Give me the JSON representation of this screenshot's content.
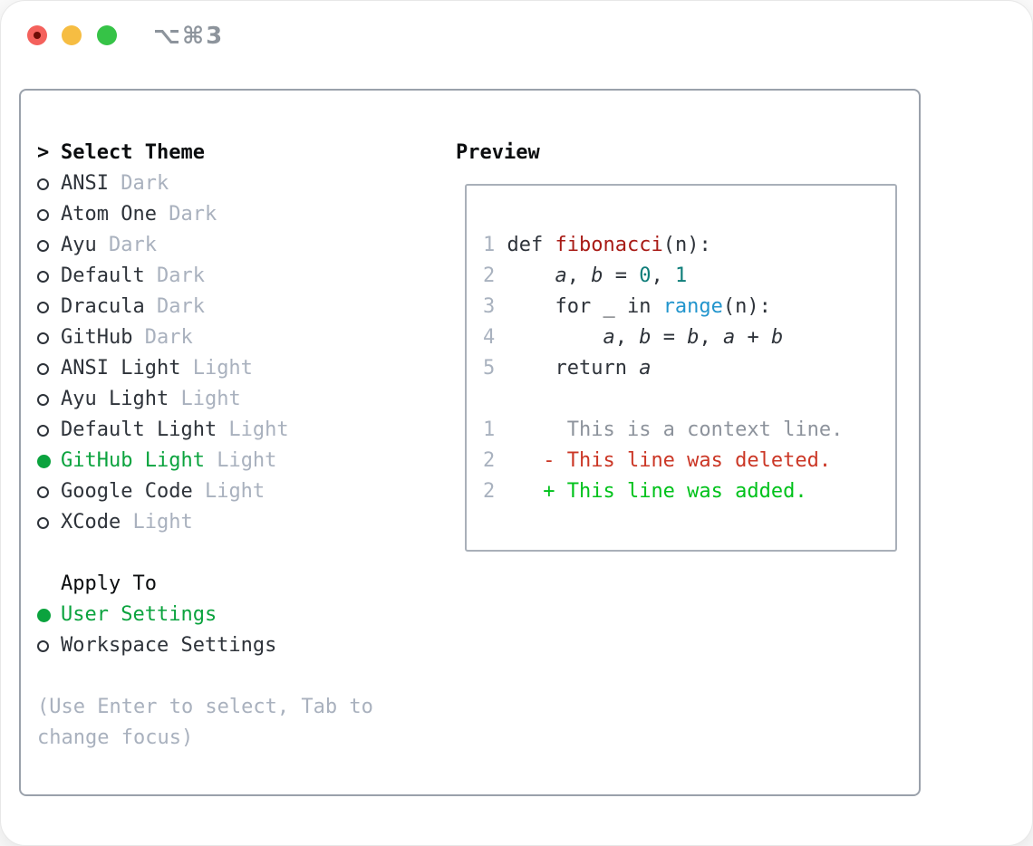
{
  "window": {
    "title": "⌥⌘3"
  },
  "colors": {
    "traffic_red": "#f4615c",
    "traffic_red_dot": "#6e0d06",
    "traffic_yellow": "#f6bd42",
    "traffic_green": "#36c347",
    "panel_border": "#9aa1ab",
    "preview_border": "#a9b0b9",
    "header_black": "#0b0d0f",
    "item_dark": "#2e333a",
    "muted_gray": "#a9b1be",
    "muted_gray_dark": "#8d949c",
    "accent_green": "#0ba33e",
    "added_green": "#00c21b",
    "deleted_red": "#cb3726",
    "func_red": "#a81b16",
    "builtin_blue": "#2295cd",
    "number_teal": "#0e7d79",
    "code_plain": "#2e333a",
    "line_number_gray": "#a9b2bf",
    "context_gray": "#8d939c"
  },
  "theme_picker": {
    "header_marker": ">",
    "header": "Select Theme",
    "items": [
      {
        "label": "ANSI",
        "variant": "Dark",
        "selected": false
      },
      {
        "label": "Atom One",
        "variant": "Dark",
        "selected": false
      },
      {
        "label": "Ayu",
        "variant": "Dark",
        "selected": false
      },
      {
        "label": "Default",
        "variant": "Dark",
        "selected": false
      },
      {
        "label": "Dracula",
        "variant": "Dark",
        "selected": false
      },
      {
        "label": "GitHub",
        "variant": "Dark",
        "selected": false
      },
      {
        "label": "ANSI Light",
        "variant": "Light",
        "selected": false
      },
      {
        "label": "Ayu Light",
        "variant": "Light",
        "selected": false
      },
      {
        "label": "Default Light",
        "variant": "Light",
        "selected": false
      },
      {
        "label": "GitHub Light",
        "variant": "Light",
        "selected": true
      },
      {
        "label": "Google Code",
        "variant": "Light",
        "selected": false
      },
      {
        "label": "XCode",
        "variant": "Light",
        "selected": false
      }
    ],
    "apply_to": {
      "header": "Apply To",
      "options": [
        {
          "label": "User Settings",
          "selected": true
        },
        {
          "label": "Workspace Settings",
          "selected": false
        }
      ]
    },
    "footer_hint": "(Use Enter to select, Tab to change focus)"
  },
  "preview": {
    "header": "Preview",
    "code_lines": [
      {
        "num": "1",
        "segments": [
          {
            "text": "def ",
            "style": "plain"
          },
          {
            "text": "fibonacci",
            "style": "function"
          },
          {
            "text": "(n):",
            "style": "plain"
          }
        ]
      },
      {
        "num": "2",
        "segments": [
          {
            "text": "    ",
            "style": "plain"
          },
          {
            "text": "a",
            "style": "variable"
          },
          {
            "text": ", ",
            "style": "plain"
          },
          {
            "text": "b",
            "style": "variable"
          },
          {
            "text": " = ",
            "style": "plain"
          },
          {
            "text": "0",
            "style": "number"
          },
          {
            "text": ", ",
            "style": "plain"
          },
          {
            "text": "1",
            "style": "number"
          }
        ]
      },
      {
        "num": "3",
        "segments": [
          {
            "text": "    for _ in ",
            "style": "plain"
          },
          {
            "text": "range",
            "style": "builtin"
          },
          {
            "text": "(n):",
            "style": "plain"
          }
        ]
      },
      {
        "num": "4",
        "segments": [
          {
            "text": "        ",
            "style": "plain"
          },
          {
            "text": "a",
            "style": "variable"
          },
          {
            "text": ", ",
            "style": "plain"
          },
          {
            "text": "b",
            "style": "variable"
          },
          {
            "text": " = ",
            "style": "plain"
          },
          {
            "text": "b",
            "style": "variable"
          },
          {
            "text": ", ",
            "style": "plain"
          },
          {
            "text": "a",
            "style": "variable"
          },
          {
            "text": " + ",
            "style": "plain"
          },
          {
            "text": "b",
            "style": "variable"
          }
        ]
      },
      {
        "num": "5",
        "segments": [
          {
            "text": "    return ",
            "style": "plain"
          },
          {
            "text": "a",
            "style": "variable"
          }
        ]
      }
    ],
    "diff_lines": [
      {
        "num": "1",
        "marker": " ",
        "text": "This is a context line.",
        "type": "context"
      },
      {
        "num": "2",
        "marker": "-",
        "text": "This line was deleted.",
        "type": "deleted"
      },
      {
        "num": "2",
        "marker": "+",
        "text": "This line was added.",
        "type": "added"
      }
    ]
  }
}
